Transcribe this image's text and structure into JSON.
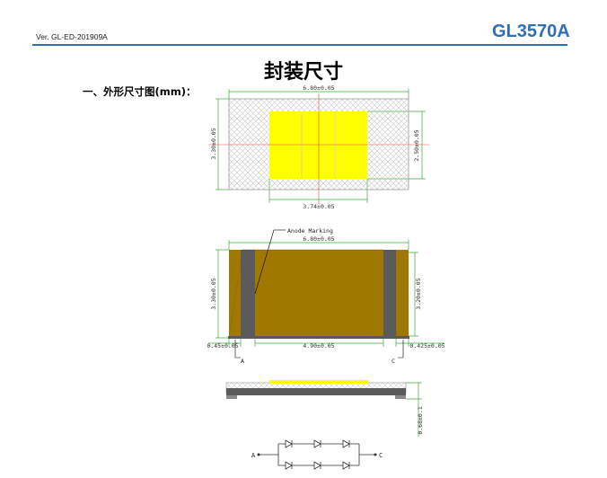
{
  "header": {
    "version": "Ver. GL-ED-201909A",
    "model": "GL3570A",
    "accent_color": "#2f6fb5"
  },
  "page_title": "封装尺寸",
  "section_heading": "一、外形尺寸图(mm)：",
  "top_view": {
    "width_label": "6.80±0.05",
    "height_label": "3.30±0.05",
    "emitter_width_label": "3.74±0.05",
    "emitter_height_label": "2.50±0.05",
    "emitter_color": "#ffff00"
  },
  "bottom_view": {
    "anode_marking_label": "Anode Marking",
    "width_label": "6.80±0.05",
    "height_label": "3.30±0.05",
    "inner_height_label": "3.20±0.05",
    "left_pad_label": "0.45±0.05",
    "center_label": "4.90±0.05",
    "right_pad_label": "0.425±0.05",
    "anode_label": "A",
    "cathode_label": "C",
    "pad_color": "#a07800",
    "electrode_color": "#5a5a5a"
  },
  "side_view": {
    "thickness_label": "0.68±0.1"
  },
  "circuit": {
    "anode_label": "A",
    "cathode_label": "C"
  }
}
